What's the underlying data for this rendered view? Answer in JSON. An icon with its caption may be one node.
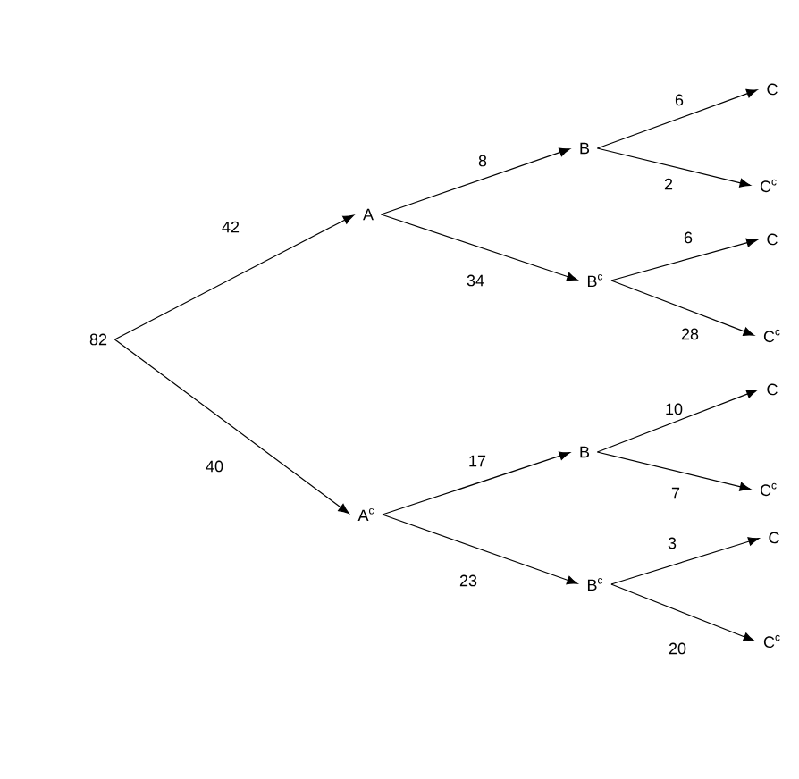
{
  "diagram": {
    "nodes": [
      {
        "text": [
          "82"
        ]
      },
      {
        "text": [
          "A"
        ]
      },
      {
        "text": [
          "A$^{c}$"
        ]
      },
      {
        "text": [
          "B"
        ]
      },
      {
        "text": [
          "B$^{c}$"
        ]
      },
      {
        "text": [
          "B"
        ]
      },
      {
        "text": [
          "B$^{c}$"
        ]
      },
      {
        "text": [
          "C"
        ]
      },
      {
        "text": [
          "C$^{c}$"
        ]
      },
      {
        "text": [
          "C"
        ]
      },
      {
        "text": [
          "C$^{c}$"
        ]
      },
      {
        "text": [
          "C"
        ]
      },
      {
        "text": [
          "C$^{c}$"
        ]
      },
      {
        "text": [
          "C"
        ]
      },
      {
        "text": [
          "C$^{c}$"
        ]
      }
    ],
    "edges": [
      {
        "from": 0,
        "to": 1,
        "arrow": "to",
        "label": "42"
      },
      {
        "from": 0,
        "to": 2,
        "arrow": "to",
        "label": "40"
      },
      {
        "from": 1,
        "to": 3,
        "arrow": "to",
        "label": "8"
      },
      {
        "from": 1,
        "to": 4,
        "arrow": "to",
        "label": "34"
      },
      {
        "from": 2,
        "to": 5,
        "arrow": "to",
        "label": "17"
      },
      {
        "from": 2,
        "to": 6,
        "arrow": "to",
        "label": "23"
      },
      {
        "from": 3,
        "to": 7,
        "arrow": "to",
        "label": "6"
      },
      {
        "from": 3,
        "to": 8,
        "arrow": "to",
        "label": "2"
      },
      {
        "from": 4,
        "to": 9,
        "arrow": "to",
        "label": "6"
      },
      {
        "from": 4,
        "to": 10,
        "arrow": "to",
        "label": "28"
      },
      {
        "from": 5,
        "to": 11,
        "arrow": "to",
        "label": "10"
      },
      {
        "from": 5,
        "to": 12,
        "arrow": "to",
        "label": "7"
      },
      {
        "from": 6,
        "to": 13,
        "arrow": "to",
        "label": "3"
      },
      {
        "from": 6,
        "to": 14,
        "arrow": "to",
        "label": "20"
      }
    ]
  }
}
